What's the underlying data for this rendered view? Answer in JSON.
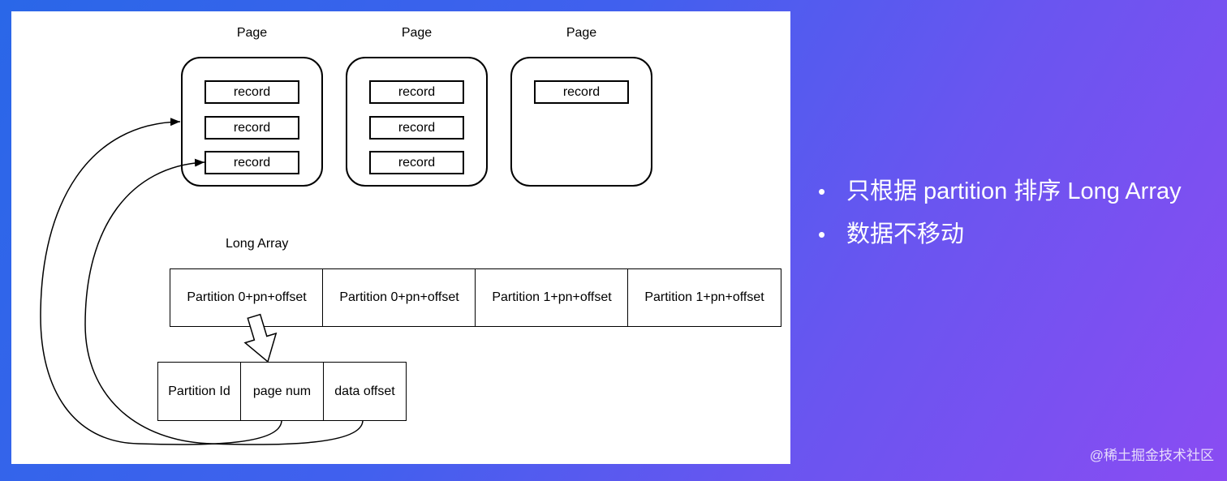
{
  "slide": {
    "diagram": {
      "pages": [
        {
          "label": "Page",
          "records": [
            "record",
            "record",
            "record"
          ]
        },
        {
          "label": "Page",
          "records": [
            "record",
            "record",
            "record"
          ]
        },
        {
          "label": "Page",
          "records": [
            "record"
          ]
        }
      ],
      "long_array": {
        "label": "Long Array",
        "cells": [
          "Partition 0+pn+offset",
          "Partition 0+pn+offset",
          "Partition 1+pn+offset",
          "Partition 1+pn+offset"
        ]
      },
      "pointer_fields": [
        "Partition Id",
        "page num",
        "data offset"
      ]
    },
    "bullets": [
      "只根据 partition 排序 Long Array",
      "数据不移动"
    ],
    "watermark": "@稀土掘金技术社区"
  },
  "colors": {
    "background_start": "#2a67e8",
    "background_mid": "#4160ee",
    "background_end": "#8a4cf2",
    "panel": "#ffffff",
    "ink": "#000000",
    "slide_text": "#ffffff"
  }
}
